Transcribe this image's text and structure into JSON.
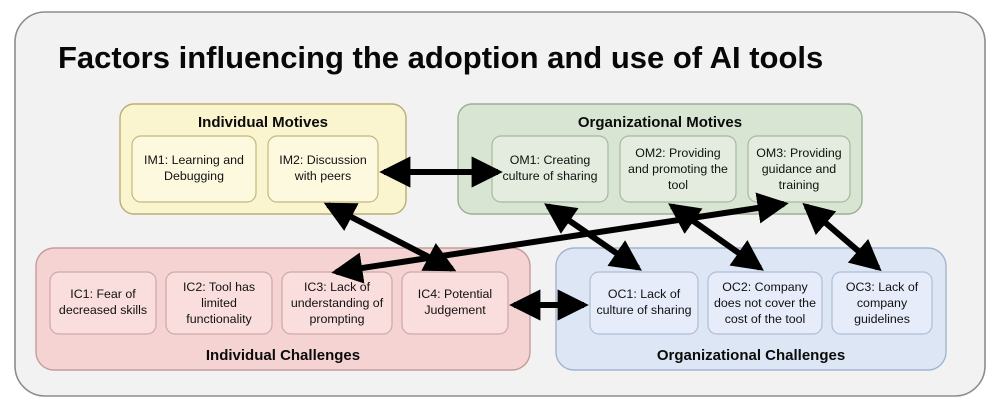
{
  "figure": {
    "title": "Factors influencing the adoption and use of AI tools",
    "background_color": "#f2f2f2",
    "border_color": "#8d8d8d",
    "arrow_color": "#000000"
  },
  "panels": {
    "individual_motives": {
      "label": "Individual Motives",
      "fill": "#faf4cf",
      "stroke": "#b9ae73",
      "node_fill": "#fdf9de",
      "node_stroke": "#c3b87f",
      "title_position": "top",
      "nodes": [
        {
          "id": "IM1",
          "text": "IM1: Learning and Debugging"
        },
        {
          "id": "IM2",
          "text": "IM2: Discussion with peers"
        }
      ]
    },
    "organizational_motives": {
      "label": "Organizational Motives",
      "fill": "#d8e5d3",
      "stroke": "#9bb094",
      "node_fill": "#e3ecde",
      "node_stroke": "#a6b89f",
      "title_position": "top",
      "nodes": [
        {
          "id": "OM1",
          "text": "OM1: Creating culture of sharing"
        },
        {
          "id": "OM2",
          "text": "OM2: Providing and promoting the tool"
        },
        {
          "id": "OM3",
          "text": "OM3: Providing guidance and training"
        }
      ]
    },
    "individual_challenges": {
      "label": "Individual Challenges",
      "fill": "#f5d3d3",
      "stroke": "#c79b9b",
      "node_fill": "#f9dedd",
      "node_stroke": "#cfa7a7",
      "title_position": "bottom",
      "nodes": [
        {
          "id": "IC1",
          "text": "IC1: Fear of decreased skills"
        },
        {
          "id": "IC2",
          "text": "IC2: Tool has limited functionality"
        },
        {
          "id": "IC3",
          "text": "IC3: Lack of understanding of prompting"
        },
        {
          "id": "IC4",
          "text": "IC4: Potential Judgement"
        }
      ]
    },
    "organizational_challenges": {
      "label": "Organizational Challenges",
      "fill": "#dde6f5",
      "stroke": "#a3b4cf",
      "node_fill": "#e6ecf9",
      "node_stroke": "#aebdd6",
      "title_position": "bottom",
      "nodes": [
        {
          "id": "OC1",
          "text": "OC1: Lack of culture of sharing"
        },
        {
          "id": "OC2",
          "text": "OC2: Company does not cover the cost of the tool"
        },
        {
          "id": "OC3",
          "text": "OC3: Lack of company guidelines"
        }
      ]
    }
  },
  "connections": [
    {
      "id": "IM2-OM1",
      "from": "IM2",
      "to": "OM1",
      "style": "double-headed"
    },
    {
      "id": "IC4-OC1",
      "from": "IC4",
      "to": "OC1",
      "style": "double-headed"
    },
    {
      "id": "IM2-IC4",
      "from": "IM2",
      "to": "IC4",
      "style": "double-headed"
    },
    {
      "id": "IC3-OM3",
      "from": "IC3",
      "to": "OM3",
      "style": "double-headed"
    },
    {
      "id": "OM1-OC1",
      "from": "OM1",
      "to": "OC1",
      "style": "double-headed"
    },
    {
      "id": "OM2-OC2",
      "from": "OM2",
      "to": "OC2",
      "style": "double-headed"
    },
    {
      "id": "OM3-OC3",
      "from": "OM3",
      "to": "OC3",
      "style": "double-headed"
    }
  ],
  "node_lines": {
    "IM1": [
      "IM1: Learning and",
      "Debugging"
    ],
    "IM2": [
      "IM2: Discussion",
      "with peers"
    ],
    "OM1": [
      "OM1: Creating",
      "culture of sharing"
    ],
    "OM2": [
      "OM2: Providing",
      "and promoting the",
      "tool"
    ],
    "OM3": [
      "OM3: Providing",
      "guidance and",
      "training"
    ],
    "IC1": [
      "IC1: Fear of",
      "decreased skills"
    ],
    "IC2": [
      "IC2: Tool has",
      "limited",
      "functionality"
    ],
    "IC3": [
      "IC3: Lack of",
      "understanding of",
      "prompting"
    ],
    "IC4": [
      "IC4: Potential",
      "Judgement"
    ],
    "OC1": [
      "OC1: Lack of",
      "culture of sharing"
    ],
    "OC2": [
      "OC2: Company",
      "does not cover the",
      "cost of the tool"
    ],
    "OC3": [
      "OC3: Lack of",
      "company",
      "guidelines"
    ]
  }
}
